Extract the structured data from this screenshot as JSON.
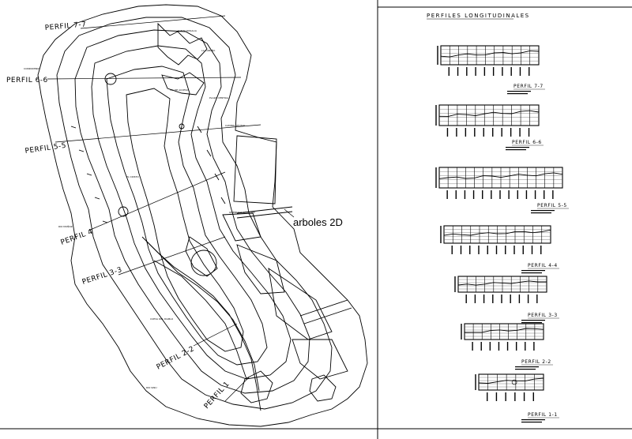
{
  "map": {
    "profile_lines": [
      {
        "label": "PERFIL 7-7"
      },
      {
        "label": "PERFIL 6-6"
      },
      {
        "label": "PERFIL 5-5"
      },
      {
        "label": "PERFIL 4"
      },
      {
        "label": "PERFIL 3-3"
      },
      {
        "label": "PERFIL 2-2"
      },
      {
        "label": "PERFIL 1"
      }
    ],
    "annotation": "arboles 2D"
  },
  "sheet": {
    "title": "PERFILES LONGITUDINALES",
    "profiles": [
      {
        "name": "PERFIL 7-7"
      },
      {
        "name": "PERFIL 6-6"
      },
      {
        "name": "PERFIL 5-5"
      },
      {
        "name": "PERFIL 4-4"
      },
      {
        "name": "PERFIL 3-3"
      },
      {
        "name": "PERFIL 2-2"
      },
      {
        "name": "PERFIL 1-1"
      }
    ]
  },
  "colors": {
    "ink": "#000000",
    "paper": "#ffffff",
    "grid": "#555555"
  }
}
